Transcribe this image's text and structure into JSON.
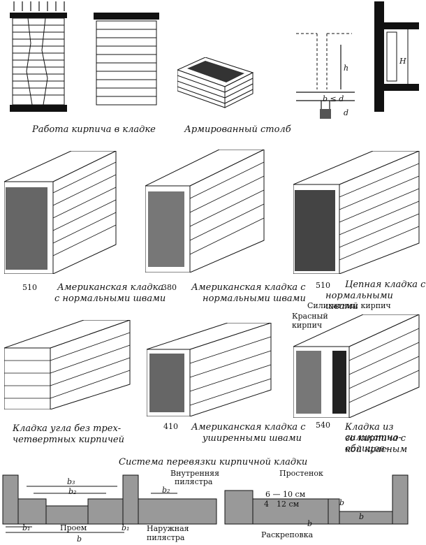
{
  "captions": {
    "brick_work": "Работа кирпича в кладке",
    "reinforced_pillar": "Армированный столб",
    "american_normal": [
      "Американская кладка",
      "с нормальными швами"
    ],
    "american_normal_380": [
      "Американская кладка с",
      "нормальными швами"
    ],
    "chain_normal": [
      "Цепная кладка с",
      "нормальными швами"
    ],
    "corner_without": [
      "Кладка угла без трех-",
      "четвертных кирпичей"
    ],
    "american_wide": [
      "Американская кладка с",
      "уширенными швами"
    ],
    "silicate_facing": [
      "Кладка из силикатно-",
      "го кирпича с облицов-",
      "кой красным"
    ],
    "system_title": "Система перевязки кирпичной кладки"
  },
  "dimensions": {
    "d510a": "510",
    "d380": "380",
    "d510b": "510",
    "d410": "410",
    "d540": "540"
  },
  "labels": {
    "silicate_brick": "Силикатный кирпич",
    "red_brick": [
      "Красный",
      "кирпич"
    ],
    "inner_pilaster": [
      "Внутренняя",
      "пилястра"
    ],
    "pier": "Простенок",
    "range_6_10": "6 — 10 см",
    "cm12": "12 см",
    "opening": "Проем",
    "outer_pilaster": [
      "Наружная",
      "пилястра"
    ],
    "offset": "Раскреповка",
    "b1": "b₁",
    "b2": "b₂",
    "b3": "b₃",
    "b": "b",
    "h": "h",
    "H": "H",
    "b_le_d": "b ≤ d",
    "d": "d",
    "four": "4"
  }
}
